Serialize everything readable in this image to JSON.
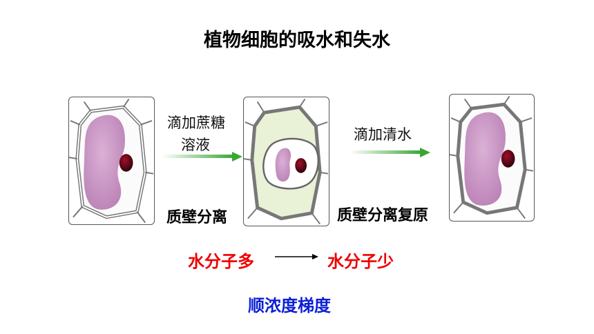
{
  "title": "植物细胞的吸水和失水",
  "steps": {
    "add_sucrose_line1": "滴加蔗糖",
    "add_sucrose_line2": "溶液",
    "add_water": "滴加清水"
  },
  "labels": {
    "plasmolysis": "质壁分离",
    "deplasmolysis": "质壁分离复原"
  },
  "water_flow": {
    "from": "水分子多",
    "to": "水分子少"
  },
  "gradient_note": "顺浓度梯度",
  "colors": {
    "vacuole": "#c98fc4",
    "nucleus": "#5a0a12",
    "cytoplasm_shrunk": "#e9f1d6",
    "arrow_green": "#3aa635",
    "red": "#ee0000",
    "blue": "#0b1fd6"
  }
}
